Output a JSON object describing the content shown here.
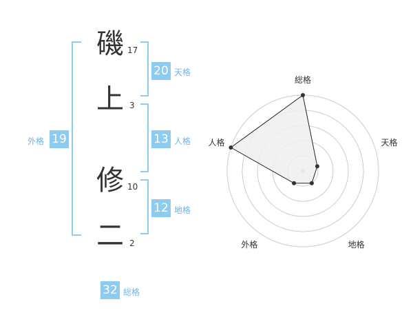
{
  "name": {
    "chars": [
      {
        "char": "磯",
        "strokes": "17"
      },
      {
        "char": "上",
        "strokes": "3"
      },
      {
        "char": "修",
        "strokes": "10"
      },
      {
        "char": "二",
        "strokes": "2"
      }
    ]
  },
  "fortune": {
    "tenkaku": {
      "value": "20",
      "label": "天格"
    },
    "jinkaku": {
      "value": "13",
      "label": "人格"
    },
    "chikaku": {
      "value": "12",
      "label": "地格"
    },
    "gaikaku": {
      "value": "19",
      "label": "外格"
    },
    "soukaku": {
      "value": "32",
      "label": "総格"
    }
  },
  "chart_data": {
    "type": "radar",
    "categories": [
      "総格",
      "天格",
      "地格",
      "外格",
      "人格"
    ],
    "values": [
      5,
      1,
      1,
      1,
      5
    ],
    "range": [
      0,
      5
    ],
    "rings": 5,
    "colors": {
      "fill": "#eeeeee",
      "line": "#222222",
      "point": "#333333",
      "grid": "#cccccc",
      "center": "#bbbbbb"
    }
  }
}
